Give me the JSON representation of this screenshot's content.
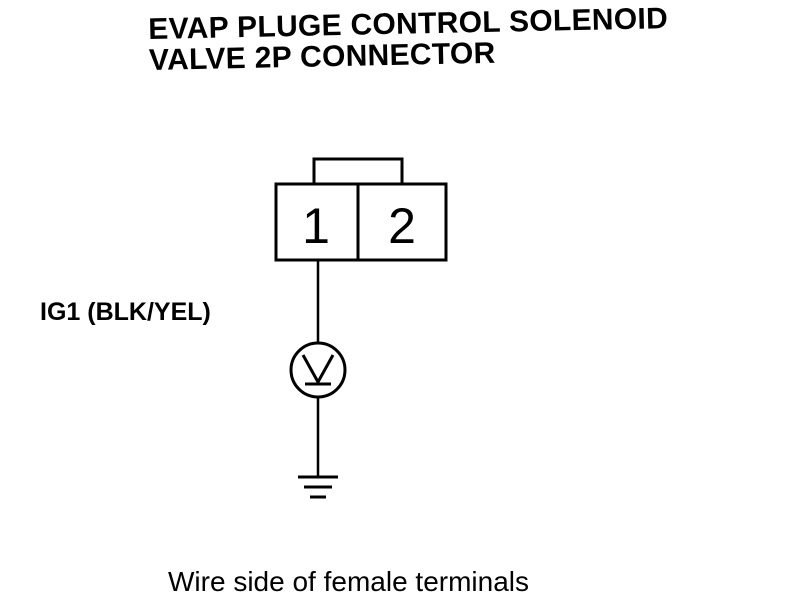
{
  "title": {
    "line1": "EVAP PLUGE CONTROL SOLENOID",
    "line2": "VALVE 2P CONNECTOR"
  },
  "connector": {
    "pins": [
      "1",
      "2"
    ]
  },
  "wire_label": "IG1 (BLK/YEL)",
  "meter_symbol": "V",
  "caption": "Wire side of female terminals"
}
